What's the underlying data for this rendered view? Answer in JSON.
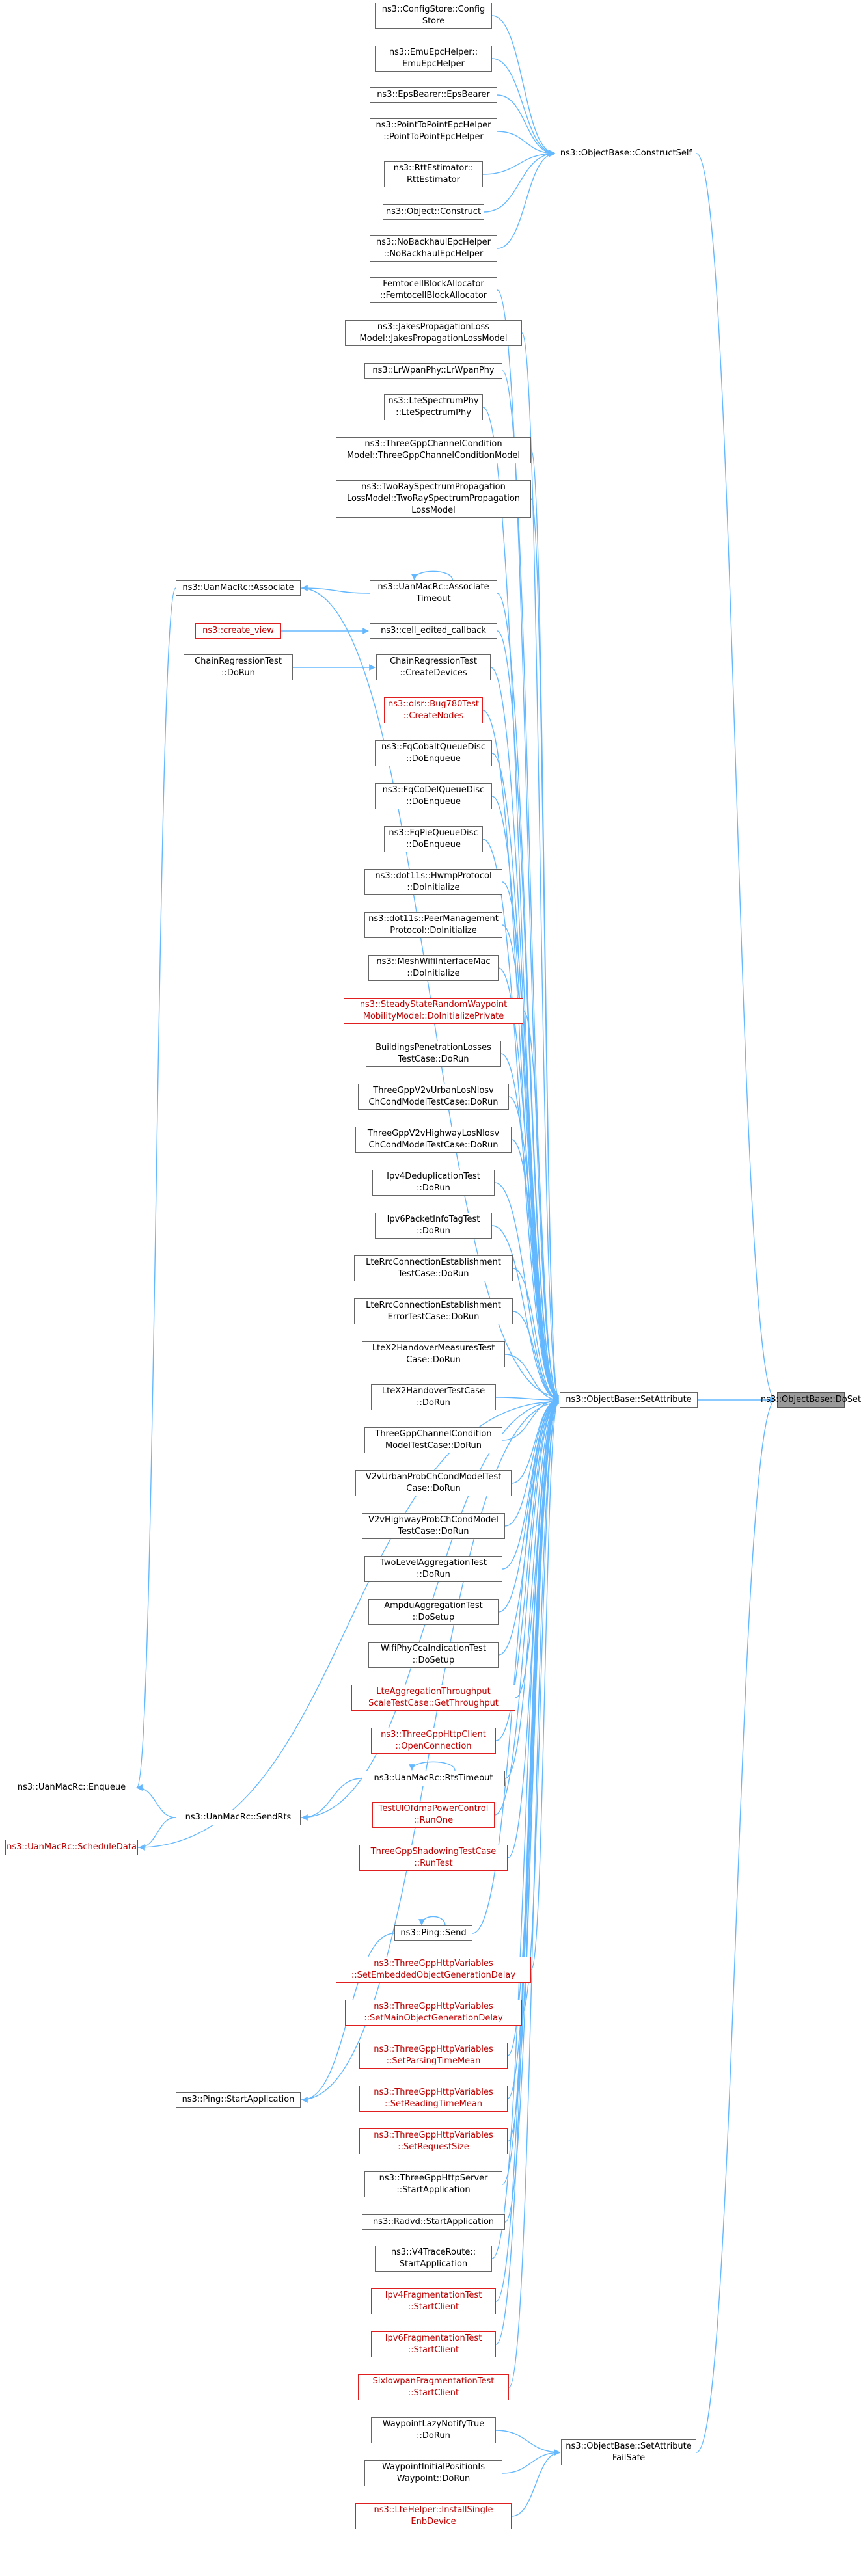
{
  "graph": {
    "edge_color": "#63b8ff",
    "red_border": "#e02020",
    "current_fill": "#999999",
    "nodes": [
      {
        "id": "cfgstore",
        "label": "ns3::ConfigStore::Config\nStore"
      },
      {
        "id": "emuepc",
        "label": "ns3::EmuEpcHelper::\nEmuEpcHelper"
      },
      {
        "id": "epsbearer",
        "label": "ns3::EpsBearer::EpsBearer"
      },
      {
        "id": "p2pepc",
        "label": "ns3::PointToPointEpcHelper\n::PointToPointEpcHelper"
      },
      {
        "id": "rtt",
        "label": "ns3::RttEstimator::\nRttEstimator"
      },
      {
        "id": "objconstruct",
        "label": "ns3::Object::Construct"
      },
      {
        "id": "nobackhaul",
        "label": "ns3::NoBackhaulEpcHelper\n::NoBackhaulEpcHelper"
      },
      {
        "id": "femto",
        "label": "FemtocellBlockAllocator\n::FemtocellBlockAllocator"
      },
      {
        "id": "jakes",
        "label": "ns3::JakesPropagationLoss\nModel::JakesPropagationLossModel"
      },
      {
        "id": "lrwpan",
        "label": "ns3::LrWpanPhy::LrWpanPhy"
      },
      {
        "id": "ltespec",
        "label": "ns3::LteSpectrumPhy\n::LteSpectrumPhy"
      },
      {
        "id": "tgppchan",
        "label": "ns3::ThreeGppChannelCondition\nModel::ThreeGppChannelConditionModel"
      },
      {
        "id": "tworay",
        "label": "ns3::TwoRaySpectrumPropagation\nLossModel::TwoRaySpectrumPropagation\nLossModel"
      },
      {
        "id": "assoctimeout",
        "label": "ns3::UanMacRc::Associate\nTimeout"
      },
      {
        "id": "celledited",
        "label": "ns3::cell_edited_callback"
      },
      {
        "id": "chaincreate",
        "label": "ChainRegressionTest\n::CreateDevices"
      },
      {
        "id": "olsr",
        "label": "ns3::olsr::Bug780Test\n::CreateNodes",
        "red": true
      },
      {
        "id": "fqcobalt",
        "label": "ns3::FqCobaltQueueDisc\n::DoEnqueue"
      },
      {
        "id": "fqcodel",
        "label": "ns3::FqCoDelQueueDisc\n::DoEnqueue"
      },
      {
        "id": "fqpie",
        "label": "ns3::FqPieQueueDisc\n::DoEnqueue"
      },
      {
        "id": "hwmp",
        "label": "ns3::dot11s::HwmpProtocol\n::DoInitialize"
      },
      {
        "id": "peermgmt",
        "label": "ns3::dot11s::PeerManagement\nProtocol::DoInitialize"
      },
      {
        "id": "meshwifi",
        "label": "ns3::MeshWifiInterfaceMac\n::DoInitialize"
      },
      {
        "id": "steadystate",
        "label": "ns3::SteadyStateRandomWaypoint\nMobilityModel::DoInitializePrivate",
        "red": true
      },
      {
        "id": "bldgpen",
        "label": "BuildingsPenetrationLosses\nTestCase::DoRun"
      },
      {
        "id": "v2vurban",
        "label": "ThreeGppV2vUrbanLosNlosv\nChCondModelTestCase::DoRun"
      },
      {
        "id": "v2vhighway",
        "label": "ThreeGppV2vHighwayLosNlosv\nChCondModelTestCase::DoRun"
      },
      {
        "id": "ipv4dedup",
        "label": "Ipv4DeduplicationTest\n::DoRun"
      },
      {
        "id": "ipv6pkt",
        "label": "Ipv6PacketInfoTagTest\n::DoRun"
      },
      {
        "id": "lterrc",
        "label": "LteRrcConnectionEstablishment\nTestCase::DoRun"
      },
      {
        "id": "lterrcerr",
        "label": "LteRrcConnectionEstablishment\nErrorTestCase::DoRun"
      },
      {
        "id": "ltex2meas",
        "label": "LteX2HandoverMeasuresTest\nCase::DoRun"
      },
      {
        "id": "ltex2",
        "label": "LteX2HandoverTestCase\n::DoRun"
      },
      {
        "id": "tgppcond",
        "label": "ThreeGppChannelCondition\nModelTestCase::DoRun"
      },
      {
        "id": "v2vurbprob",
        "label": "V2vUrbanProbChCondModelTest\nCase::DoRun"
      },
      {
        "id": "v2vhwprob",
        "label": "V2vHighwayProbChCondModel\nTestCase::DoRun"
      },
      {
        "id": "twolevel",
        "label": "TwoLevelAggregationTest\n::DoRun"
      },
      {
        "id": "ampdu",
        "label": "AmpduAggregationTest\n::DoSetup"
      },
      {
        "id": "wifiphycca",
        "label": "WifiPhyCcaIndicationTest\n::DoSetup"
      },
      {
        "id": "lteaggr",
        "label": "LteAggregationThroughput\nScaleTestCase::GetThroughput",
        "red": true
      },
      {
        "id": "tgpphttpclient",
        "label": "ns3::ThreeGppHttpClient\n::OpenConnection",
        "red": true
      },
      {
        "id": "rtstimeout",
        "label": "ns3::UanMacRc::RtsTimeout"
      },
      {
        "id": "testul",
        "label": "TestUlOfdmaPowerControl\n::RunOne",
        "red": true
      },
      {
        "id": "tgppshadow",
        "label": "ThreeGppShadowingTestCase\n::RunTest",
        "red": true
      },
      {
        "id": "pingsend",
        "label": "ns3::Ping::Send"
      },
      {
        "id": "httpembedded",
        "label": "ns3::ThreeGppHttpVariables\n::SetEmbeddedObjectGenerationDelay",
        "red": true
      },
      {
        "id": "httpmain",
        "label": "ns3::ThreeGppHttpVariables\n::SetMainObjectGenerationDelay",
        "red": true
      },
      {
        "id": "httpparsing",
        "label": "ns3::ThreeGppHttpVariables\n::SetParsingTimeMean",
        "red": true
      },
      {
        "id": "httpreading",
        "label": "ns3::ThreeGppHttpVariables\n::SetReadingTimeMean",
        "red": true
      },
      {
        "id": "httpreqsize",
        "label": "ns3::ThreeGppHttpVariables\n::SetRequestSize",
        "red": true
      },
      {
        "id": "httpserver",
        "label": "ns3::ThreeGppHttpServer\n::StartApplication"
      },
      {
        "id": "radvd",
        "label": "ns3::Radvd::StartApplication"
      },
      {
        "id": "v4trace",
        "label": "ns3::V4TraceRoute::\nStartApplication"
      },
      {
        "id": "ipv4frag",
        "label": "Ipv4FragmentationTest\n::StartClient",
        "red": true
      },
      {
        "id": "ipv6frag",
        "label": "Ipv6FragmentationTest\n::StartClient",
        "red": true
      },
      {
        "id": "sixlowpan",
        "label": "SixlowpanFragmentationTest\n::StartClient",
        "red": true
      },
      {
        "id": "waypointlazy",
        "label": "WaypointLazyNotifyTrue\n::DoRun"
      },
      {
        "id": "waypointinit",
        "label": "WaypointInitialPositionIs\nWaypoint::DoRun"
      },
      {
        "id": "ltehelper",
        "label": "ns3::LteHelper::InstallSingle\nEnbDevice",
        "red": true
      },
      {
        "id": "associate",
        "label": "ns3::UanMacRc::Associate"
      },
      {
        "id": "createview",
        "label": "ns3::create_view",
        "red": true
      },
      {
        "id": "chaindorun",
        "label": "ChainRegressionTest\n::DoRun"
      },
      {
        "id": "enqueue",
        "label": "ns3::UanMacRc::Enqueue"
      },
      {
        "id": "sendrts",
        "label": "ns3::UanMacRc::SendRts"
      },
      {
        "id": "scheduledata",
        "label": "ns3::UanMacRc::ScheduleData",
        "red": true
      },
      {
        "id": "pingstart",
        "label": "ns3::Ping::StartApplication"
      },
      {
        "id": "constructself",
        "label": "ns3::ObjectBase::ConstructSelf"
      },
      {
        "id": "setattr",
        "label": "ns3::ObjectBase::SetAttribute"
      },
      {
        "id": "setattrfs",
        "label": "ns3::ObjectBase::SetAttribute\nFailSafe"
      },
      {
        "id": "doset",
        "label": "ns3::ObjectBase::DoSet",
        "current": true
      }
    ],
    "edges": [
      [
        "cfgstore",
        "constructself"
      ],
      [
        "emuepc",
        "constructself"
      ],
      [
        "epsbearer",
        "constructself"
      ],
      [
        "p2pepc",
        "constructself"
      ],
      [
        "rtt",
        "constructself"
      ],
      [
        "objconstruct",
        "constructself"
      ],
      [
        "nobackhaul",
        "constructself"
      ],
      [
        "femto",
        "setattr"
      ],
      [
        "jakes",
        "setattr"
      ],
      [
        "lrwpan",
        "setattr"
      ],
      [
        "ltespec",
        "setattr"
      ],
      [
        "tgppchan",
        "setattr"
      ],
      [
        "tworay",
        "setattr"
      ],
      [
        "associate",
        "setattr"
      ],
      [
        "assoctimeout",
        "setattr"
      ],
      [
        "celledited",
        "setattr"
      ],
      [
        "chaincreate",
        "setattr"
      ],
      [
        "olsr",
        "setattr"
      ],
      [
        "fqcobalt",
        "setattr"
      ],
      [
        "fqcodel",
        "setattr"
      ],
      [
        "fqpie",
        "setattr"
      ],
      [
        "hwmp",
        "setattr"
      ],
      [
        "peermgmt",
        "setattr"
      ],
      [
        "meshwifi",
        "setattr"
      ],
      [
        "steadystate",
        "setattr"
      ],
      [
        "bldgpen",
        "setattr"
      ],
      [
        "v2vurban",
        "setattr"
      ],
      [
        "v2vhighway",
        "setattr"
      ],
      [
        "ipv4dedup",
        "setattr"
      ],
      [
        "ipv6pkt",
        "setattr"
      ],
      [
        "lterrc",
        "setattr"
      ],
      [
        "lterrcerr",
        "setattr"
      ],
      [
        "ltex2meas",
        "setattr"
      ],
      [
        "ltex2",
        "setattr"
      ],
      [
        "tgppcond",
        "setattr"
      ],
      [
        "v2vurbprob",
        "setattr"
      ],
      [
        "v2vhwprob",
        "setattr"
      ],
      [
        "twolevel",
        "setattr"
      ],
      [
        "ampdu",
        "setattr"
      ],
      [
        "wifiphycca",
        "setattr"
      ],
      [
        "lteaggr",
        "setattr"
      ],
      [
        "tgpphttpclient",
        "setattr"
      ],
      [
        "rtstimeout",
        "setattr"
      ],
      [
        "testul",
        "setattr"
      ],
      [
        "tgppshadow",
        "setattr"
      ],
      [
        "sendrts",
        "setattr"
      ],
      [
        "scheduledata",
        "setattr"
      ],
      [
        "pingsend",
        "setattr"
      ],
      [
        "httpembedded",
        "setattr"
      ],
      [
        "httpmain",
        "setattr"
      ],
      [
        "httpparsing",
        "setattr"
      ],
      [
        "httpreading",
        "setattr"
      ],
      [
        "httpreqsize",
        "setattr"
      ],
      [
        "httpserver",
        "setattr"
      ],
      [
        "pingstart",
        "setattr"
      ],
      [
        "radvd",
        "setattr"
      ],
      [
        "v4trace",
        "setattr"
      ],
      [
        "ipv4frag",
        "setattr"
      ],
      [
        "ipv6frag",
        "setattr"
      ],
      [
        "sixlowpan",
        "setattr"
      ],
      [
        "waypointlazy",
        "setattrfs"
      ],
      [
        "waypointinit",
        "setattrfs"
      ],
      [
        "ltehelper",
        "setattrfs"
      ],
      [
        "assoctimeout",
        "associate"
      ],
      [
        "associate",
        "enqueue"
      ],
      [
        "createview",
        "celledited"
      ],
      [
        "chaindorun",
        "chaincreate"
      ],
      [
        "rtstimeout",
        "sendrts"
      ],
      [
        "sendrts",
        "enqueue"
      ],
      [
        "sendrts",
        "scheduledata"
      ],
      [
        "pingsend",
        "pingstart"
      ],
      [
        "constructself",
        "doset"
      ],
      [
        "setattr",
        "doset"
      ],
      [
        "setattrfs",
        "doset"
      ]
    ],
    "self_loops": [
      "assoctimeout",
      "rtstimeout",
      "pingsend"
    ]
  }
}
